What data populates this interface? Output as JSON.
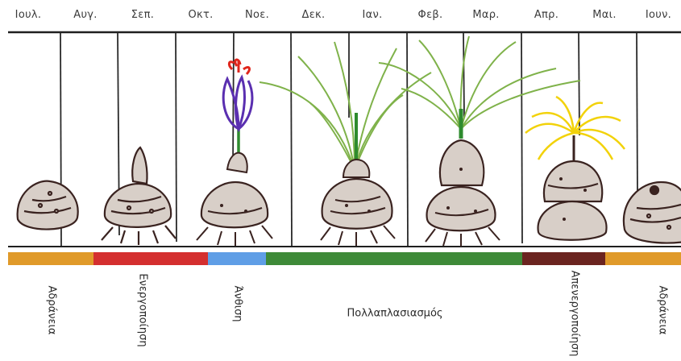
{
  "months": [
    "Ιουλ.",
    "Αυγ.",
    "Σεπ.",
    "Οκτ.",
    "Νοε.",
    "Δεκ.",
    "Ιαν.",
    "Φεβ.",
    "Μαρ.",
    "Απρ.",
    "Μαι.",
    "Ιουν."
  ],
  "phases": [
    {
      "label": "Αδράνεια",
      "color": "#e09a2a"
    },
    {
      "label": "Ενεργοποίηση",
      "color": "#d42f2f"
    },
    {
      "label": "Άνθιση",
      "color": "#5f9ee6"
    },
    {
      "label": "Πολλαπλασιασμός",
      "color": "#3e8a38"
    },
    {
      "label": "Απενεργοποίηση",
      "color": "#6b2420"
    },
    {
      "label": "Αδράνεια",
      "color": "#e09a2a"
    }
  ],
  "colors": {
    "bulb_fill": "#d8cfc8",
    "bulb_stroke": "#3a2320",
    "stem": "#2e8b2e",
    "leaf": "#7fb24a",
    "leaf_dry": "#f2d20a",
    "flower": "#5a2fb0",
    "stigma": "#e0261c",
    "line": "#1f1f1f"
  }
}
